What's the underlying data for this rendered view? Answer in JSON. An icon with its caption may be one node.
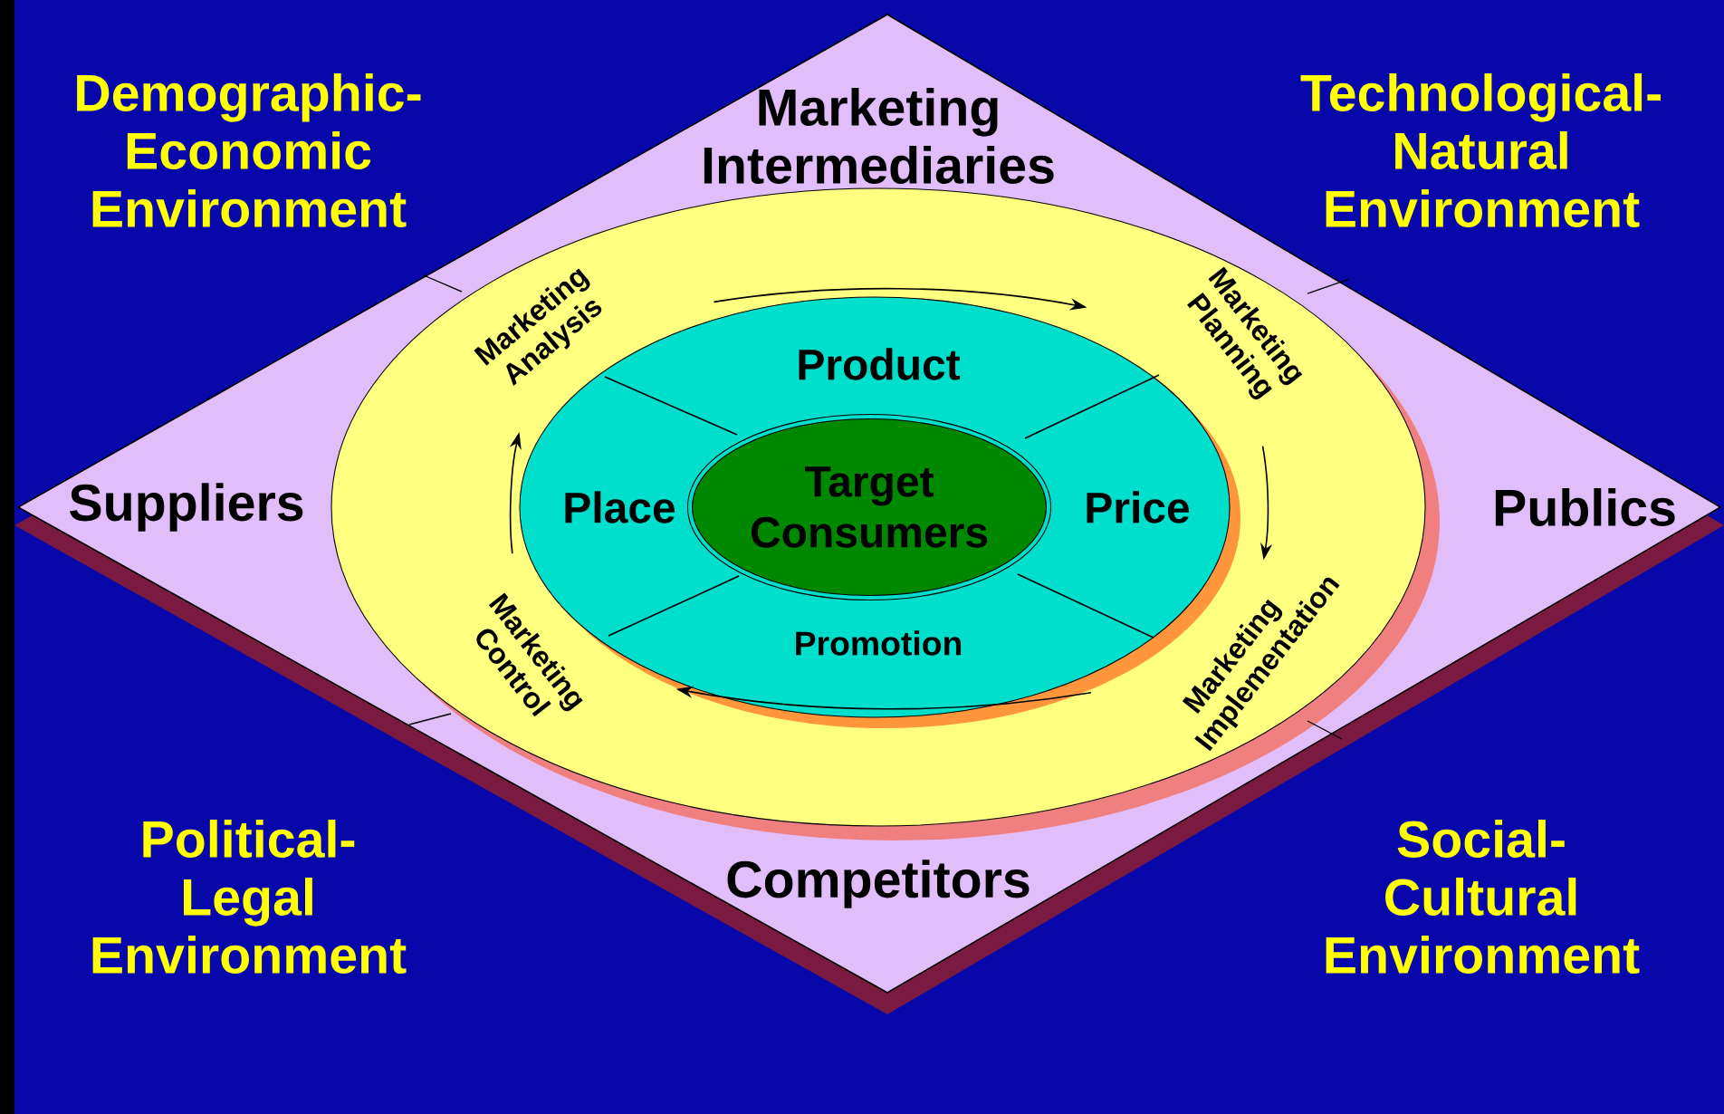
{
  "diagram": {
    "nodes": [
      {
        "text": [
          "Marketing Intermediaries",
          "Suppliers",
          "Publics",
          "Competitors"
        ]
      },
      {
        "text": [],
        "shape": "ellipse",
        "in": 0
      },
      {
        "text": [
          "Marketing Analysis"
        ],
        "in": 1
      },
      {
        "text": [
          "Marketing Planning"
        ],
        "in": 1
      },
      {
        "text": [
          "Marketing Implementation"
        ],
        "in": 1
      },
      {
        "text": [
          "Marketing Control"
        ],
        "in": 1
      },
      {
        "text": [
          "Product",
          "Place",
          "Price",
          "Promotion"
        ],
        "in": 1
      },
      {
        "text": [
          "Target Consumers"
        ],
        "in": 6
      }
    ],
    "edges": [
      {
        "from": 2,
        "to": 3,
        "arrow": "to"
      },
      {
        "from": 3,
        "to": 4,
        "arrow": "to"
      },
      {
        "from": 4,
        "to": 5,
        "arrow": "to"
      },
      {
        "from": 5,
        "to": 2,
        "arrow": "to"
      }
    ],
    "labels": [
      "Demographic-Economic Environment",
      "Technological-Natural Environment",
      "Political-Legal Environment",
      "Social-Cultural Environment"
    ]
  }
}
